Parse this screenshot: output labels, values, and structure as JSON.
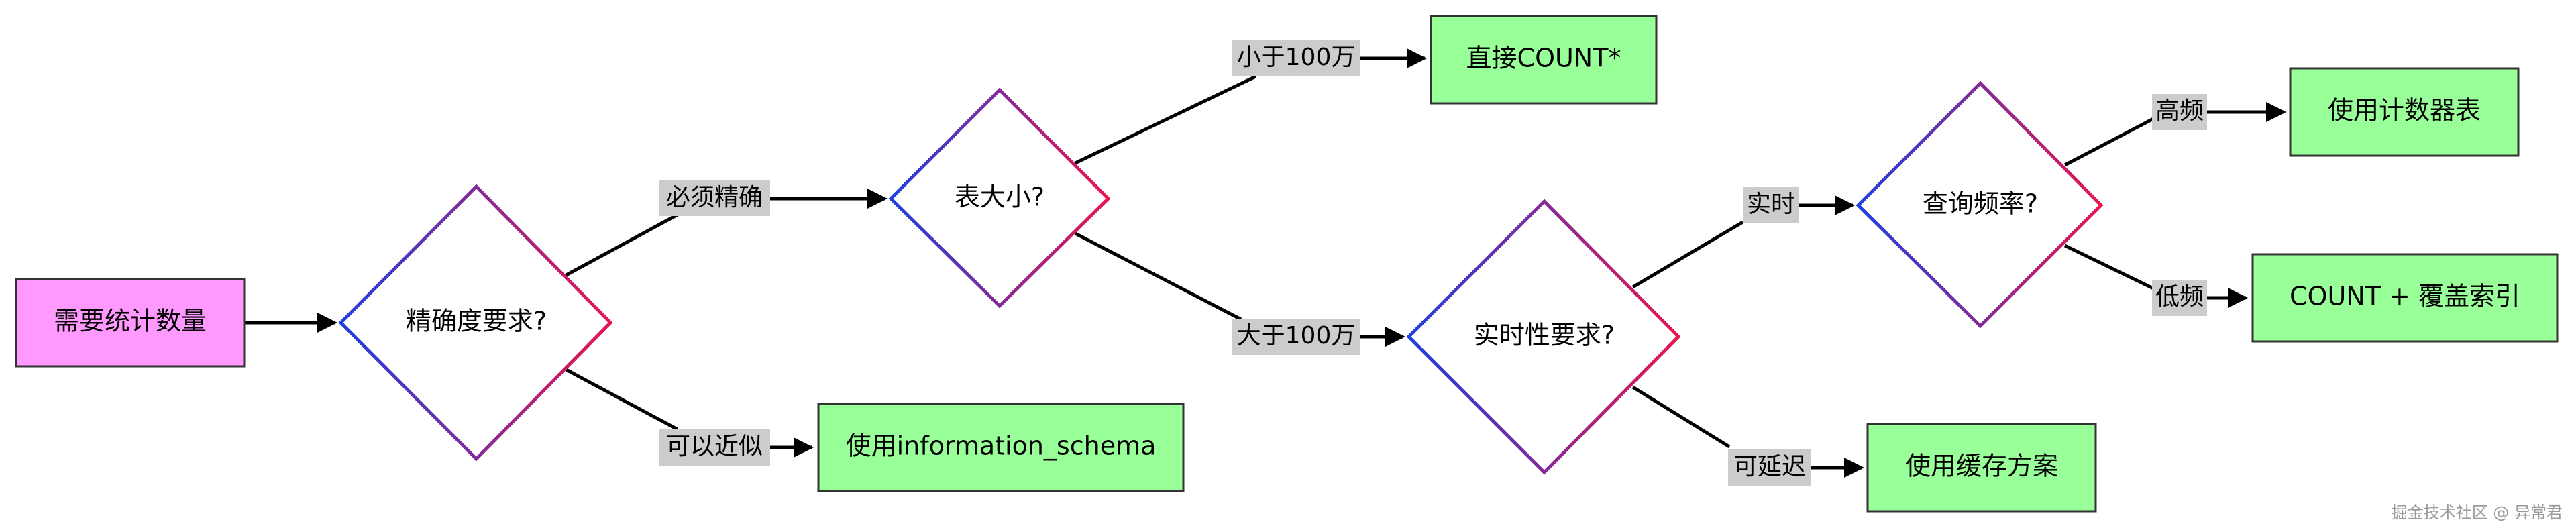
{
  "diagram": {
    "nodes": {
      "start": "需要统计数量",
      "precision": "精确度要求?",
      "size": "表大小?",
      "realtime": "实时性要求?",
      "freq": "查询频率?",
      "count_star": "直接COUNT*",
      "info_schema": "使用information_schema",
      "counter_table": "使用计数器表",
      "count_index": "COUNT + 覆盖索引",
      "cache": "使用缓存方案"
    },
    "edge_labels": {
      "must_exact": "必须精确",
      "approx": "可以近似",
      "lt_1m": "小于100万",
      "gt_1m": "大于100万",
      "realtime": "实时",
      "delay": "可延迟",
      "high": "高频",
      "low": "低频"
    },
    "colors": {
      "start_fill": "#ff99ff",
      "result_fill": "#99ff99",
      "label_bg": "#cccccc",
      "diamond_gradient_start": "#1f3fe0",
      "diamond_gradient_end": "#e8154f"
    }
  },
  "watermark": "掘金技术社区 @ 异常君"
}
